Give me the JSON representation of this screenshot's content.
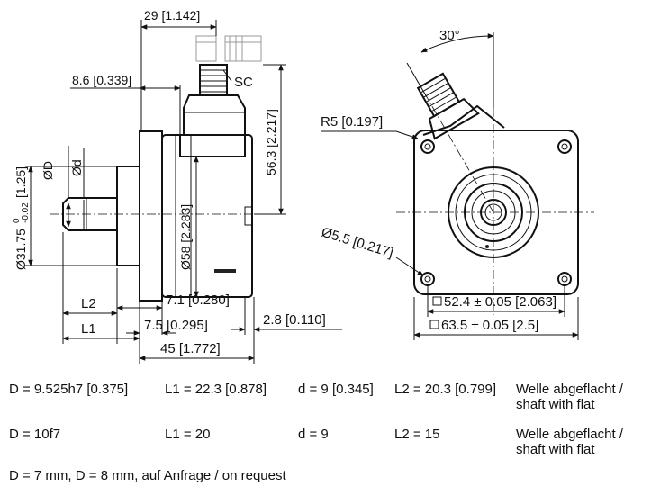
{
  "side_view": {
    "dim_total_top": "29 [1.142]",
    "dim_flange_small": "8.6 [0.339]",
    "connector_label": "SC",
    "dim_height_connector": "56.3 [2.217]",
    "dim_body_diameter": "Ø58 [2.283]",
    "dim_D": "ØD",
    "dim_d": "Ød",
    "dim_spigot": "Ø31.75",
    "dim_spigot_tol_upper": "0",
    "dim_spigot_tol_lower": "-0.02",
    "dim_spigot_inch": "[1.25]",
    "dim_L2": "L2",
    "dim_L1": "L1",
    "dim_7_1": "7.1 [0.280]",
    "dim_7_5": "7.5 [0.295]",
    "dim_2_8": "2.8 [0.110]",
    "dim_45": "45 [1.772]"
  },
  "front_view": {
    "angle": "30°",
    "radius": "R5 [0.197]",
    "hole_diameter": "Ø5.5 [0.217]",
    "square_inner": "52.4 ± 0.05 [2.063]",
    "square_outer": "63.5 ± 0.05 [2.5]"
  },
  "specs": [
    {
      "D": "D = 9.525h7 [0.375]",
      "L1": "L1 = 22.3 [0.878]",
      "d": "d = 9 [0.345]",
      "L2": "L2 = 20.3 [0.799]",
      "note": "Welle abgeflacht / shaft with flat"
    },
    {
      "D": "D = 10f7",
      "L1": "L1 = 20",
      "d": "d = 9",
      "L2": "L2 = 15",
      "note": "Welle abgeflacht / shaft with flat"
    }
  ],
  "footnote": "D = 7 mm, D = 8 mm, auf Anfrage / on request"
}
